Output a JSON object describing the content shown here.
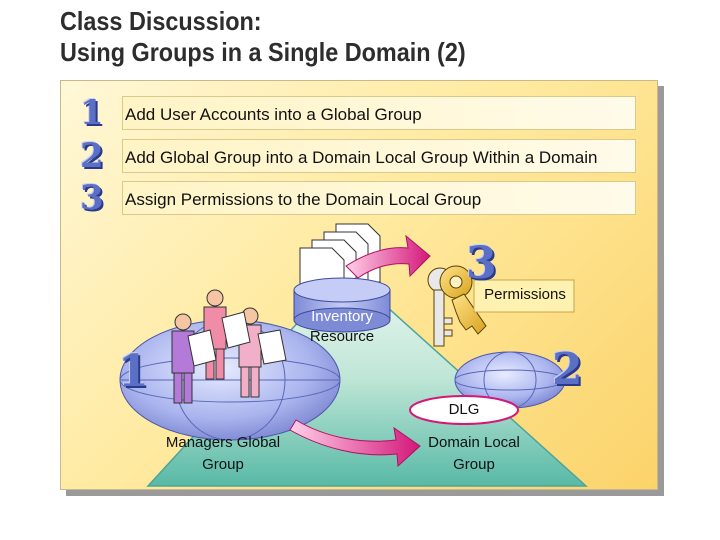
{
  "title": {
    "line1": "Class Discussion:",
    "line2": "Using Groups in a Single Domain (2)"
  },
  "steps": [
    {
      "number": "1",
      "text": "Add User Accounts into a Global Group"
    },
    {
      "number": "2",
      "text": "Add Global Group into a Domain Local Group Within a Domain"
    },
    {
      "number": "3",
      "text": "Assign Permissions to the Domain Local Group"
    }
  ],
  "diagram": {
    "resource_label_line1": "Inventory",
    "resource_label_line2": "Resource",
    "permissions_label": "Permissions",
    "dlg_badge": "DLG",
    "global_group_label_line1": "Managers Global",
    "global_group_label_line2": "Group",
    "domain_local_label_line1": "Domain Local",
    "domain_local_label_line2": "Group",
    "marker_global": "1",
    "marker_domain_local": "2",
    "marker_permissions": "3"
  }
}
